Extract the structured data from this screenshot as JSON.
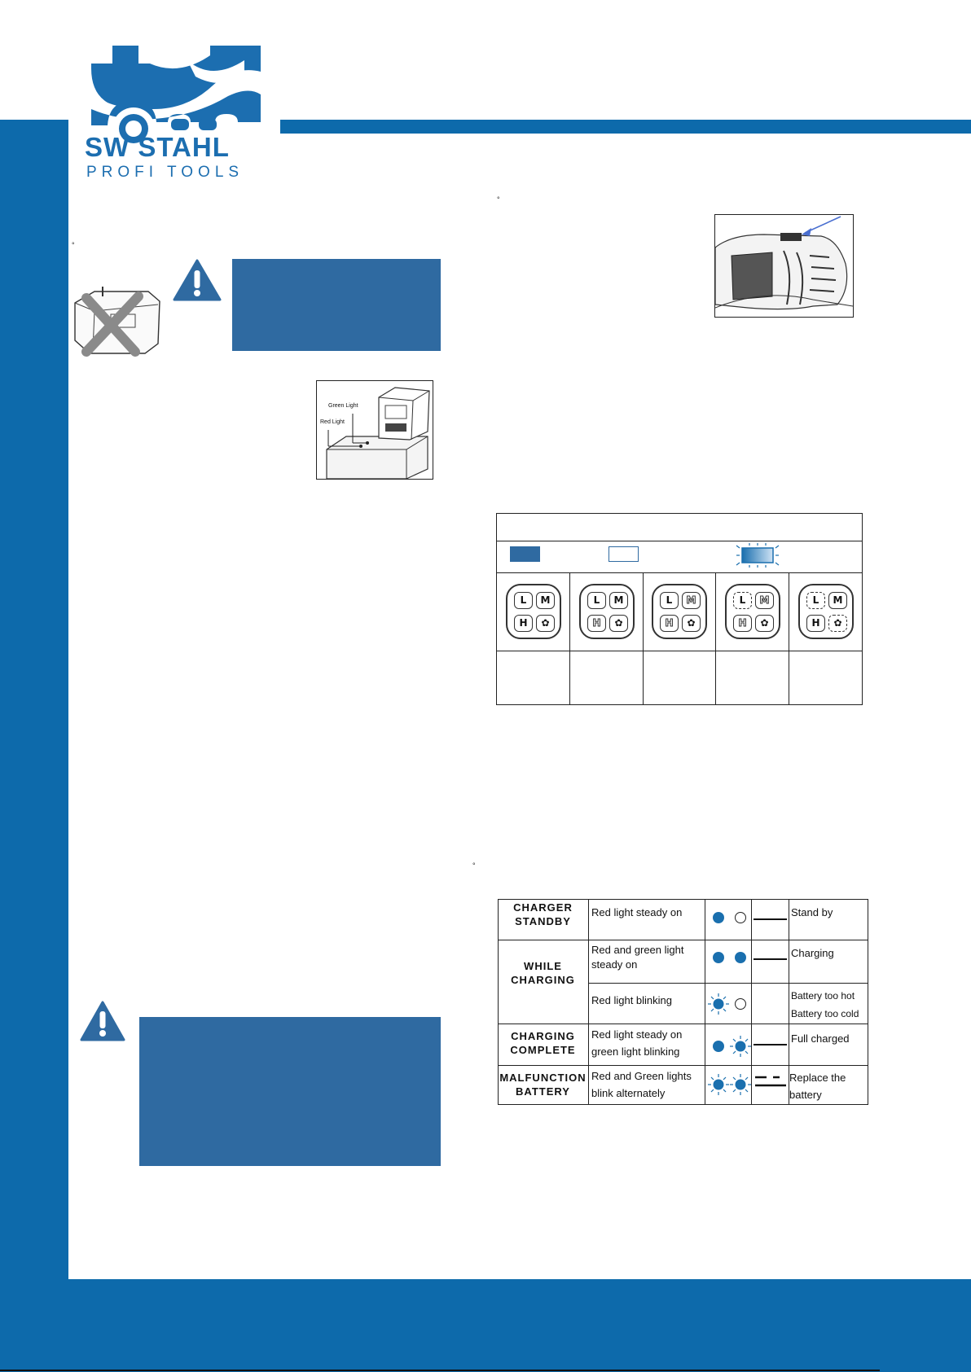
{
  "brand": {
    "name": "SW STAHL",
    "tagline": "PROFI TOOLS"
  },
  "colors": {
    "brand_blue": "#0d6aab",
    "notice_blue": "#2f6aa1",
    "led_blue": "#1a6fae"
  },
  "left_column": {
    "degree_mark": "°",
    "warning_icon": "warning-triangle-icon",
    "charger_labels": {
      "green": "Green Light",
      "red": "Red Light"
    }
  },
  "right_column": {
    "degree_mark_1": "°",
    "degree_mark_2": "°",
    "mode_panel_icon": "led-mode-panel",
    "charger_table": {
      "rows": [
        {
          "status": [
            "CHARGER",
            "STANDBY"
          ],
          "description": "Red light steady on",
          "lights": [
            "solid",
            "hollow"
          ],
          "symbol": "steady",
          "result": [
            "Stand by"
          ]
        },
        {
          "status": [
            "WHILE",
            "CHARGING"
          ],
          "description": "Red and green light steady on",
          "lights": [
            "solid",
            "solid"
          ],
          "symbol": "steady",
          "result": [
            "Charging"
          ]
        },
        {
          "status": [],
          "description": "Red light blinking",
          "lights": [
            "blink",
            "hollow"
          ],
          "symbol": "",
          "result": [
            "Battery too hot",
            "Battery too cold"
          ]
        },
        {
          "status": [
            "CHARGING",
            "COMPLETE"
          ],
          "description": "Red light steady on green light blinking",
          "lights": [
            "solid",
            "blink"
          ],
          "symbol": "steady",
          "result": [
            "Full charged"
          ]
        },
        {
          "status": [
            "MALFUNCTION",
            "BATTERY"
          ],
          "description": "Red and Green lights blink alternately",
          "lights": [
            "blink",
            "blink"
          ],
          "symbol": "alternate",
          "result": [
            "Replace the",
            "battery"
          ]
        }
      ]
    }
  }
}
